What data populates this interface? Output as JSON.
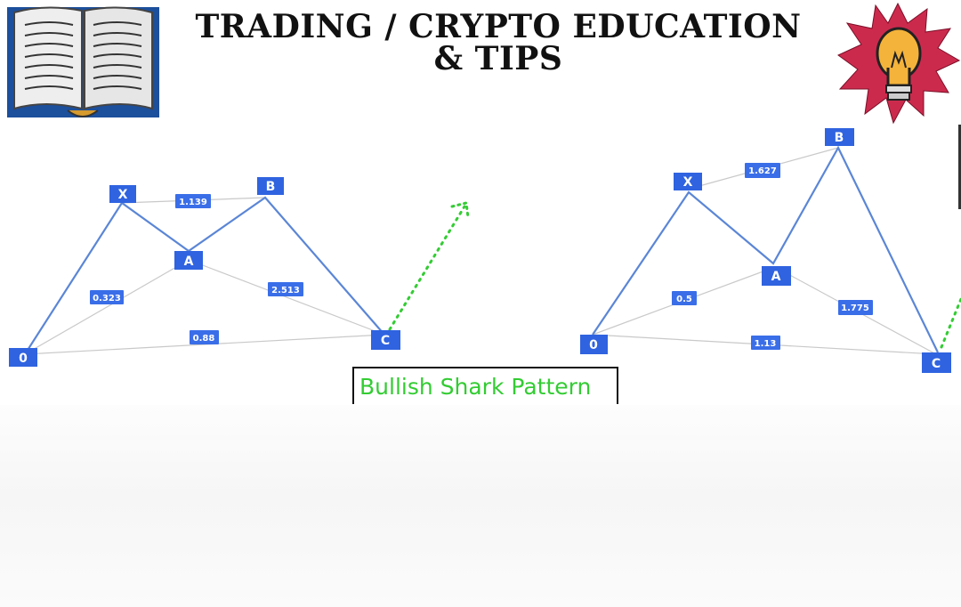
{
  "header": {
    "title_line1": "TRADING / CRYPTO EDUCATION",
    "title_line2": "& TIPS",
    "left_icon": "book-icon",
    "right_icon": "lightbulb-icon"
  },
  "colors": {
    "pattern_line": "#5b86d6",
    "node_box": "#2f63e0",
    "ratio_box": "#3a6ee8",
    "projection": "#33cc33",
    "caption_text": "#33cc33"
  },
  "patterns": [
    {
      "nodes": {
        "x": "X",
        "a": "A",
        "b": "B",
        "c": "C",
        "o": "0"
      },
      "ratios": {
        "xb": "1.139",
        "oa": "0.323",
        "ac": "2.513",
        "oc": "0.88"
      }
    },
    {
      "nodes": {
        "x": "X",
        "a": "A",
        "b": "B",
        "c": "C",
        "o": "0"
      },
      "ratios": {
        "xb": "1.627",
        "oa": "0.5",
        "ac": "1.775",
        "oc": "1.13"
      }
    }
  ],
  "caption": "Bullish Shark Pattern"
}
